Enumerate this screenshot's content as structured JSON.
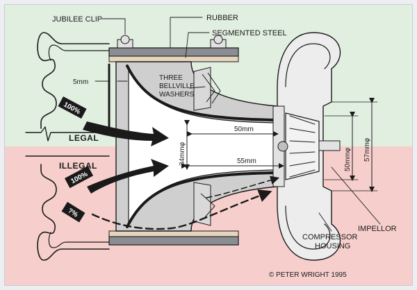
{
  "labels": {
    "jubilee_clip": "JUBILEE CLIP",
    "rubber": "RUBBER",
    "segmented_steel": "SEGMENTED STEEL",
    "gap": "5mm",
    "bellville_line1": "THREE",
    "bellville_line2": "BELLVILLE",
    "bellville_line3": "WASHERS",
    "legal": "LEGAL",
    "illegal": "ILLEGAL",
    "flow_full_upper": "100%",
    "flow_full_lower": "100%",
    "flow_partial": "?%",
    "dim_50mm": "50mm",
    "dim_55mm": "55mm",
    "dim_34mm": "34mmφ",
    "dim_50mm_vert": "50mmφ",
    "dim_57mm": "57mmφ",
    "impellor": "IMPELLOR",
    "compressor_line1": "COMPRESSOR",
    "compressor_line2": "HOUSING",
    "copyright": "© PETER WRIGHT 1995"
  },
  "colors": {
    "legal_zone": "#e1efe1",
    "illegal_zone": "#f6cfcc",
    "rubber": "#8a8d92",
    "steel": "#e7d4bc",
    "metal": "#cfcfcf",
    "insert": "#d89a86",
    "flow_arrow": "#1a1a1a"
  }
}
